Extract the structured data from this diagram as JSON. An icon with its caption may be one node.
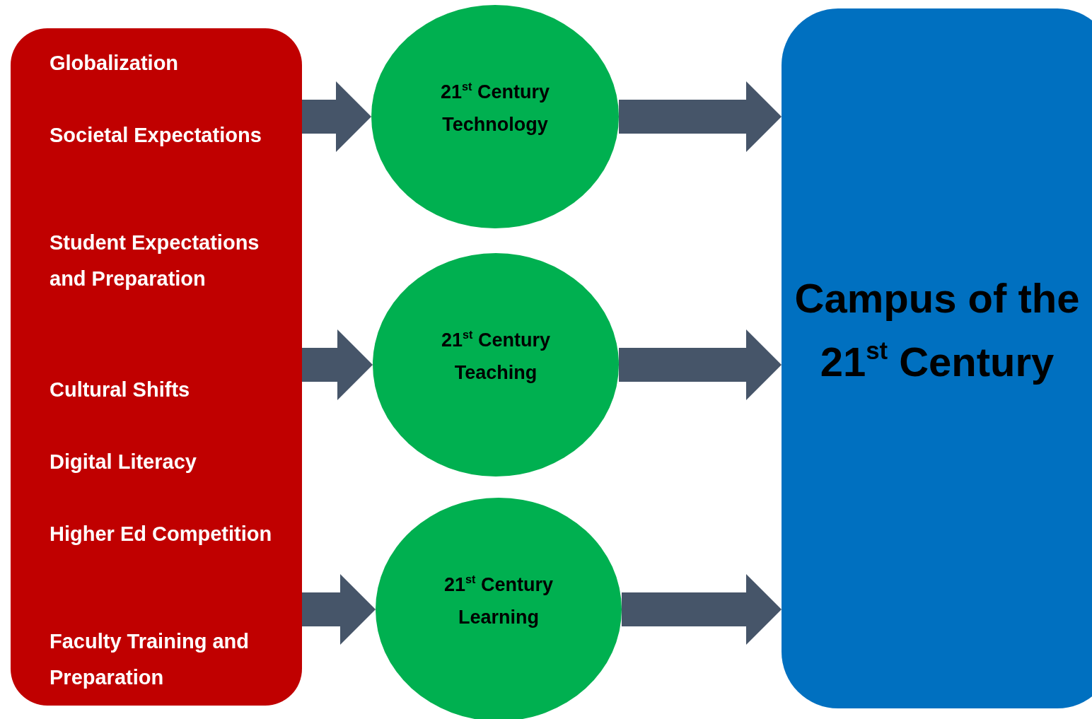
{
  "diagram": {
    "nodes": [
      {
        "text": [
          "Globalization",
          "Societal Expectations",
          "Student Expectations and Preparation",
          "Cultural Shifts",
          "Digital Literacy",
          "Higher Ed Competition",
          "Faculty Training and Preparation"
        ]
      },
      {
        "text": [
          "21$^{st}$ Century Technology"
        ]
      },
      {
        "text": [
          "21$^{st}$ Century Teaching"
        ]
      },
      {
        "text": [
          "21$^{st}$ Century Learning"
        ]
      },
      {
        "text": [
          "Campus of the 21$^{st}$ Century"
        ]
      }
    ],
    "edges": [
      {
        "from": 0,
        "to": 1,
        "arrow": "to"
      },
      {
        "from": 0,
        "to": 2,
        "arrow": "to"
      },
      {
        "from": 0,
        "to": 3,
        "arrow": "to"
      },
      {
        "from": 1,
        "to": 4,
        "arrow": "to"
      },
      {
        "from": 2,
        "to": 4,
        "arrow": "to"
      },
      {
        "from": 3,
        "to": 4,
        "arrow": "to"
      }
    ]
  }
}
